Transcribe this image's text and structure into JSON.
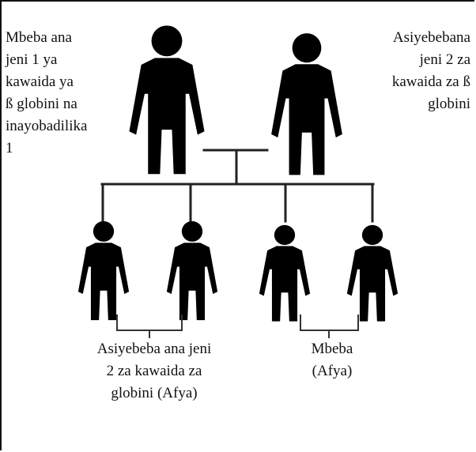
{
  "labels": {
    "parent_left": "Mbeba ana\njeni 1 ya\nkawaida ya\nß globini na\ninayobadilika\n1",
    "parent_right": "Asiyebebana\njeni 2 za\nkawaida za ß\nglobini",
    "children_left": "Asiyebeba ana jeni\n2 za kawaida za\nglobini (Afya)",
    "children_right": "Mbeba\n(Afya)"
  },
  "figures": {
    "parents": [
      {
        "role": "carrier",
        "style": "filled"
      },
      {
        "role": "non-carrier",
        "style": "outline"
      }
    ],
    "children": [
      {
        "role": "non-carrier",
        "style": "outline"
      },
      {
        "role": "non-carrier",
        "style": "outline"
      },
      {
        "role": "carrier",
        "style": "filled"
      },
      {
        "role": "carrier",
        "style": "filled"
      }
    ]
  },
  "colors": {
    "carrier_fill": "#8e8e8e",
    "outline_stroke": "#111111",
    "line": "#222222"
  }
}
